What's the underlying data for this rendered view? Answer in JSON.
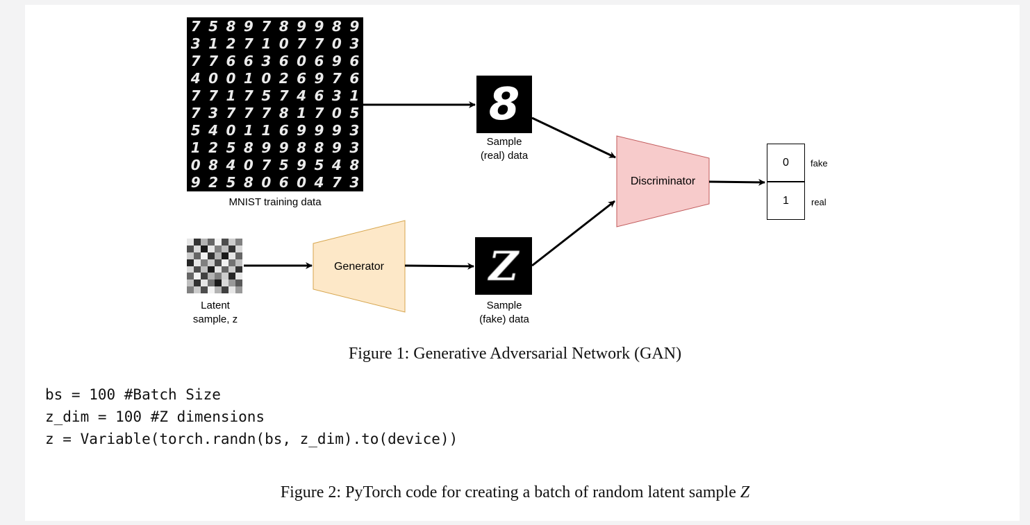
{
  "figure1": {
    "mnist_label": "MNIST training data",
    "mnist_digits": [
      "7",
      "5",
      "8",
      "9",
      "7",
      "8",
      "9",
      "9",
      "8",
      "9",
      "3",
      "1",
      "2",
      "7",
      "1",
      "0",
      "7",
      "7",
      "0",
      "3",
      "7",
      "7",
      "6",
      "6",
      "3",
      "6",
      "0",
      "6",
      "9",
      "6",
      "4",
      "0",
      "0",
      "1",
      "0",
      "2",
      "6",
      "9",
      "7",
      "6",
      "7",
      "7",
      "1",
      "7",
      "5",
      "7",
      "4",
      "6",
      "3",
      "1",
      "7",
      "3",
      "7",
      "7",
      "7",
      "8",
      "1",
      "7",
      "0",
      "5",
      "5",
      "4",
      "0",
      "1",
      "1",
      "6",
      "9",
      "9",
      "9",
      "3",
      "1",
      "2",
      "5",
      "8",
      "9",
      "9",
      "8",
      "8",
      "9",
      "3",
      "0",
      "8",
      "4",
      "0",
      "7",
      "5",
      "9",
      "5",
      "4",
      "8",
      "9",
      "2",
      "5",
      "8",
      "0",
      "6",
      "0",
      "4",
      "7",
      "3"
    ],
    "real_sample_label_line1": "Sample",
    "real_sample_label_line2": "(real) data",
    "real_sample_digit": "8",
    "fake_sample_label_line1": "Sample",
    "fake_sample_label_line2": "(fake) data",
    "fake_sample_digit": "Z",
    "latent_label_line1": "Latent",
    "latent_label_line2": "sample, z",
    "latent_gray_levels": [
      0.9,
      0.2,
      0.7,
      0.4,
      0.95,
      0.3,
      0.8,
      0.5,
      0.3,
      0.85,
      0.1,
      0.9,
      0.5,
      0.75,
      0.2,
      0.85,
      0.8,
      0.4,
      0.95,
      0.2,
      0.7,
      0.1,
      0.9,
      0.4,
      0.15,
      0.9,
      0.5,
      0.8,
      0.3,
      0.95,
      0.45,
      0.75,
      0.85,
      0.3,
      0.75,
      0.1,
      0.9,
      0.4,
      0.8,
      0.2,
      0.4,
      0.95,
      0.25,
      0.7,
      0.5,
      0.8,
      0.15,
      0.9,
      0.75,
      0.2,
      0.9,
      0.45,
      0.1,
      0.85,
      0.6,
      0.35,
      0.5,
      0.8,
      0.3,
      0.95,
      0.7,
      0.25,
      0.9,
      0.6
    ],
    "generator_label": "Generator",
    "discriminator_label": "Discriminator",
    "output_values": [
      "0",
      "1"
    ],
    "output_tags": [
      "fake",
      "real"
    ],
    "colors": {
      "generator_fill": "#fde8c8",
      "generator_stroke": "#d6a54d",
      "discriminator_fill": "#f7cbcb",
      "discriminator_stroke": "#c0595a"
    },
    "caption": "Figure 1: Generative Adversarial Network (GAN)"
  },
  "code": {
    "lines": [
      "bs = 100 #Batch Size",
      "z_dim = 100 #Z dimensions",
      "z = Variable(torch.randn(bs, z_dim).to(device))"
    ]
  },
  "figure2": {
    "caption_prefix": "Figure 2: PyTorch code for creating a batch of random latent sample ",
    "caption_var": "Z"
  }
}
